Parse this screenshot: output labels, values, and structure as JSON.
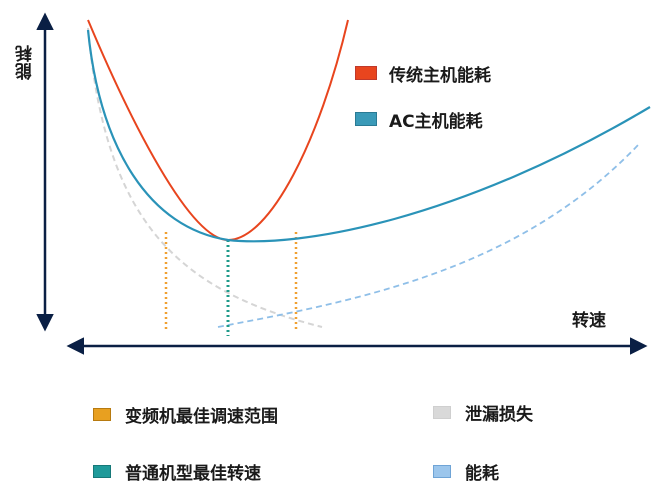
{
  "diagram": {
    "y_axis_label": "能耗",
    "x_axis_label": "转速",
    "legend_top": [
      {
        "label": "传统主机能耗",
        "color": "#e8451e",
        "border": "#c0392b"
      },
      {
        "label": "AC主机能耗",
        "color": "#3a9ab8",
        "border": "#2a7a94"
      }
    ],
    "legend_bottom": [
      {
        "label": "变频机最佳调速范围",
        "color": "#e8a020",
        "border": "#b77a10"
      },
      {
        "label": "泄漏损失",
        "color": "#d9d9d9",
        "border": "#cfcfcf"
      },
      {
        "label": "普通机型最佳转速",
        "color": "#1f9a9a",
        "border": "#167878"
      },
      {
        "label": "能耗",
        "color": "#9cc6ec",
        "border": "#6fa4d6"
      }
    ],
    "colors": {
      "traditional_curve": "#e8451e",
      "ac_curve": "#2a93b8",
      "leakage_curve": "#d5d5d5",
      "energy_curve": "#8fbfe8",
      "optimal_range_line": "#f0a030",
      "optimal_speed_line": "#1f9a8a",
      "axis": "#0a1f44"
    }
  }
}
